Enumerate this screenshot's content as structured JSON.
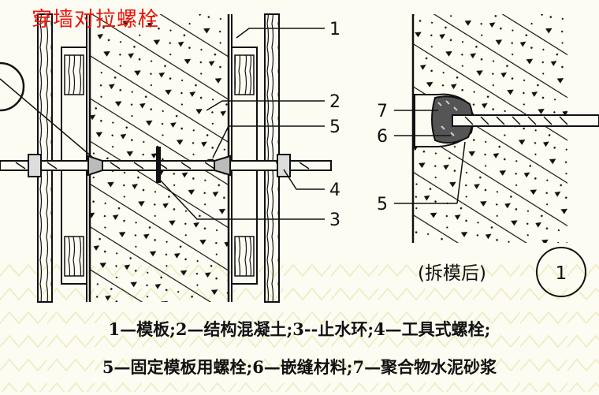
{
  "title": "穿墙对拉螺栓",
  "left_labels": [
    "1",
    "2",
    "5",
    "4",
    "3"
  ],
  "right_labels": [
    "7",
    "6",
    "5"
  ],
  "caption": "(拆模后)",
  "circle_label": "1",
  "legend": {
    "line1": "1—模板;2—结构混凝土;3--止水环;4—工具式螺栓;",
    "line2": "5—固定模板用螺栓;6—嵌缝材料;7—聚合物水泥砂浆"
  },
  "colors": {
    "title": "#e8160c",
    "background": "#fdfcf2",
    "line": "#111111",
    "watermark": "#ece6b4"
  }
}
